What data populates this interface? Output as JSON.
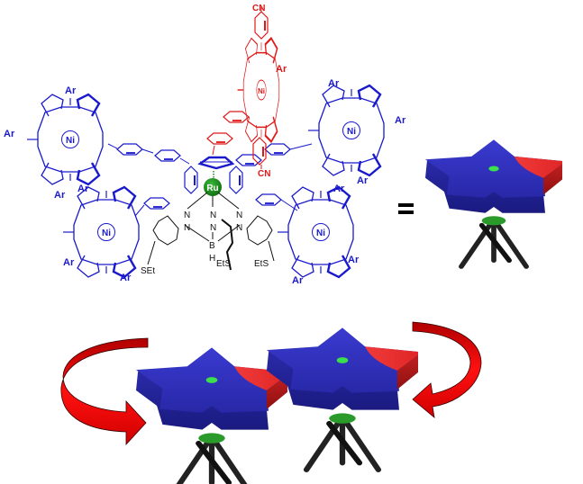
{
  "figure": {
    "type": "molecular-structure-with-cartoon",
    "colors": {
      "porphyrin_blue": "#1a1acc",
      "porphyrin_red": "#dd1a1a",
      "ruthenium_green": "#1a8a1a",
      "scaffold_black": "#111111",
      "star_blue": "#2d2db8",
      "star_red": "#e03030",
      "arrow_red": "#e00000",
      "center_dot": "#33dd44"
    },
    "equals_sign": "=",
    "molecule": {
      "metal_center": "Ru",
      "porphyrins": [
        {
          "id": "top-left",
          "metal": "Ni",
          "substituents": [
            "Ar",
            "Ar",
            "Ar"
          ],
          "color": "blue"
        },
        {
          "id": "top-right",
          "metal": "Ni",
          "substituents": [
            "Ar",
            "Ar",
            "Ar"
          ],
          "color": "blue"
        },
        {
          "id": "bottom-left",
          "metal": "Ni",
          "substituents": [
            "Ar",
            "Ar",
            "Ar"
          ],
          "color": "blue"
        },
        {
          "id": "bottom-right",
          "metal": "Ni",
          "substituents": [
            "Ar",
            "Ar",
            "Ar"
          ],
          "color": "blue"
        },
        {
          "id": "top-red",
          "metal": "Ni",
          "substituents": [
            "Ar",
            "CN"
          ],
          "color": "red"
        }
      ],
      "labels": {
        "ni": "Ni",
        "ar": "Ar",
        "cn_top": "CN",
        "cn_mid": "CN",
        "ru": "Ru",
        "n": "N",
        "b": "B",
        "h": "H",
        "set_left": "SEt",
        "ets_mid": "EtS",
        "ets_right": "EtS"
      }
    },
    "cartoons": [
      {
        "id": "single-rotor",
        "arms": 5,
        "red_arms": 1,
        "legs": 3
      },
      {
        "id": "rotor-left",
        "arms": 5,
        "red_arms": 1,
        "legs": 3,
        "rotation_arrow": "counter"
      },
      {
        "id": "rotor-right",
        "arms": 5,
        "red_arms": 1,
        "legs": 3,
        "rotation_arrow": "clockwise"
      }
    ]
  }
}
